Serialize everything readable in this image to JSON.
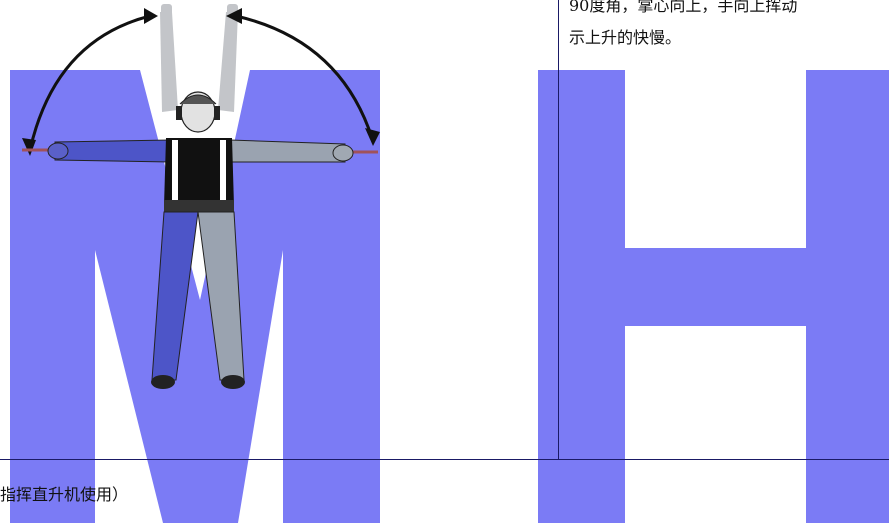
{
  "description": {
    "line1": "90度角，掌心向上，手向上挥动",
    "line2": "示上升的快慢。"
  },
  "caption": "指挥直升机使用）",
  "watermark": {
    "text": "MH",
    "color": "#7b7bf5"
  },
  "figure": {
    "pose": "marshaller-arms-extended-upward-motion",
    "icons": [
      "left-curved-arrow-icon",
      "right-curved-arrow-icon"
    ]
  }
}
